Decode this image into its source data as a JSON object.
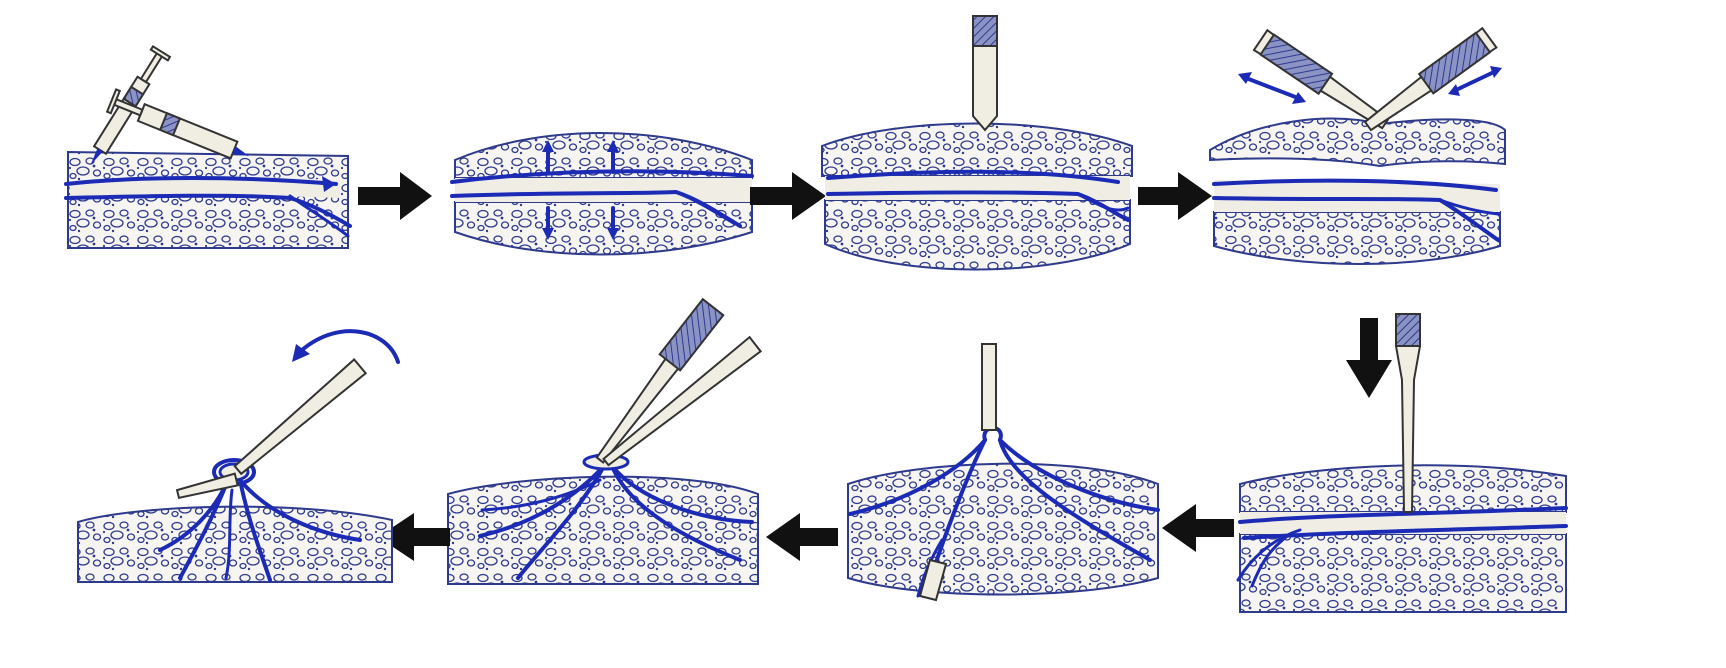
{
  "diagram": {
    "panels": [
      {
        "id": "step-1"
      },
      {
        "id": "step-2"
      },
      {
        "id": "step-3"
      },
      {
        "id": "step-4"
      },
      {
        "id": "step-5"
      },
      {
        "id": "step-6"
      },
      {
        "id": "step-7"
      },
      {
        "id": "step-8"
      }
    ],
    "colors": {
      "vein": "#1c2bb5",
      "tissue_outline": "#2e3a8c",
      "arrow": "#111111",
      "instrument": "#f0eee2"
    }
  }
}
